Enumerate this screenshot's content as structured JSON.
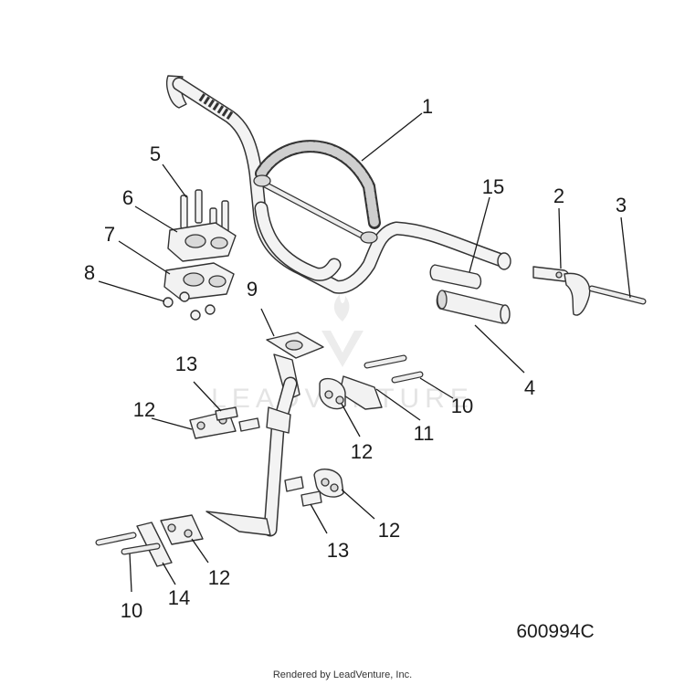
{
  "diagram": {
    "callouts": [
      {
        "id": "c1",
        "label": "1"
      },
      {
        "id": "c2",
        "label": "2"
      },
      {
        "id": "c3",
        "label": "3"
      },
      {
        "id": "c4",
        "label": "4"
      },
      {
        "id": "c5",
        "label": "5"
      },
      {
        "id": "c6",
        "label": "6"
      },
      {
        "id": "c7",
        "label": "7"
      },
      {
        "id": "c8",
        "label": "8"
      },
      {
        "id": "c9",
        "label": "9"
      },
      {
        "id": "c10a",
        "label": "10"
      },
      {
        "id": "c10b",
        "label": "10"
      },
      {
        "id": "c11",
        "label": "11"
      },
      {
        "id": "c12a",
        "label": "12"
      },
      {
        "id": "c12b",
        "label": "12"
      },
      {
        "id": "c12c",
        "label": "12"
      },
      {
        "id": "c12d",
        "label": "12"
      },
      {
        "id": "c13a",
        "label": "13"
      },
      {
        "id": "c13b",
        "label": "13"
      },
      {
        "id": "c14",
        "label": "14"
      },
      {
        "id": "c15",
        "label": "15"
      }
    ],
    "diagram_code": "600994C",
    "watermark": "LEADVENTURE",
    "credit": "Rendered by LeadVenture, Inc."
  }
}
